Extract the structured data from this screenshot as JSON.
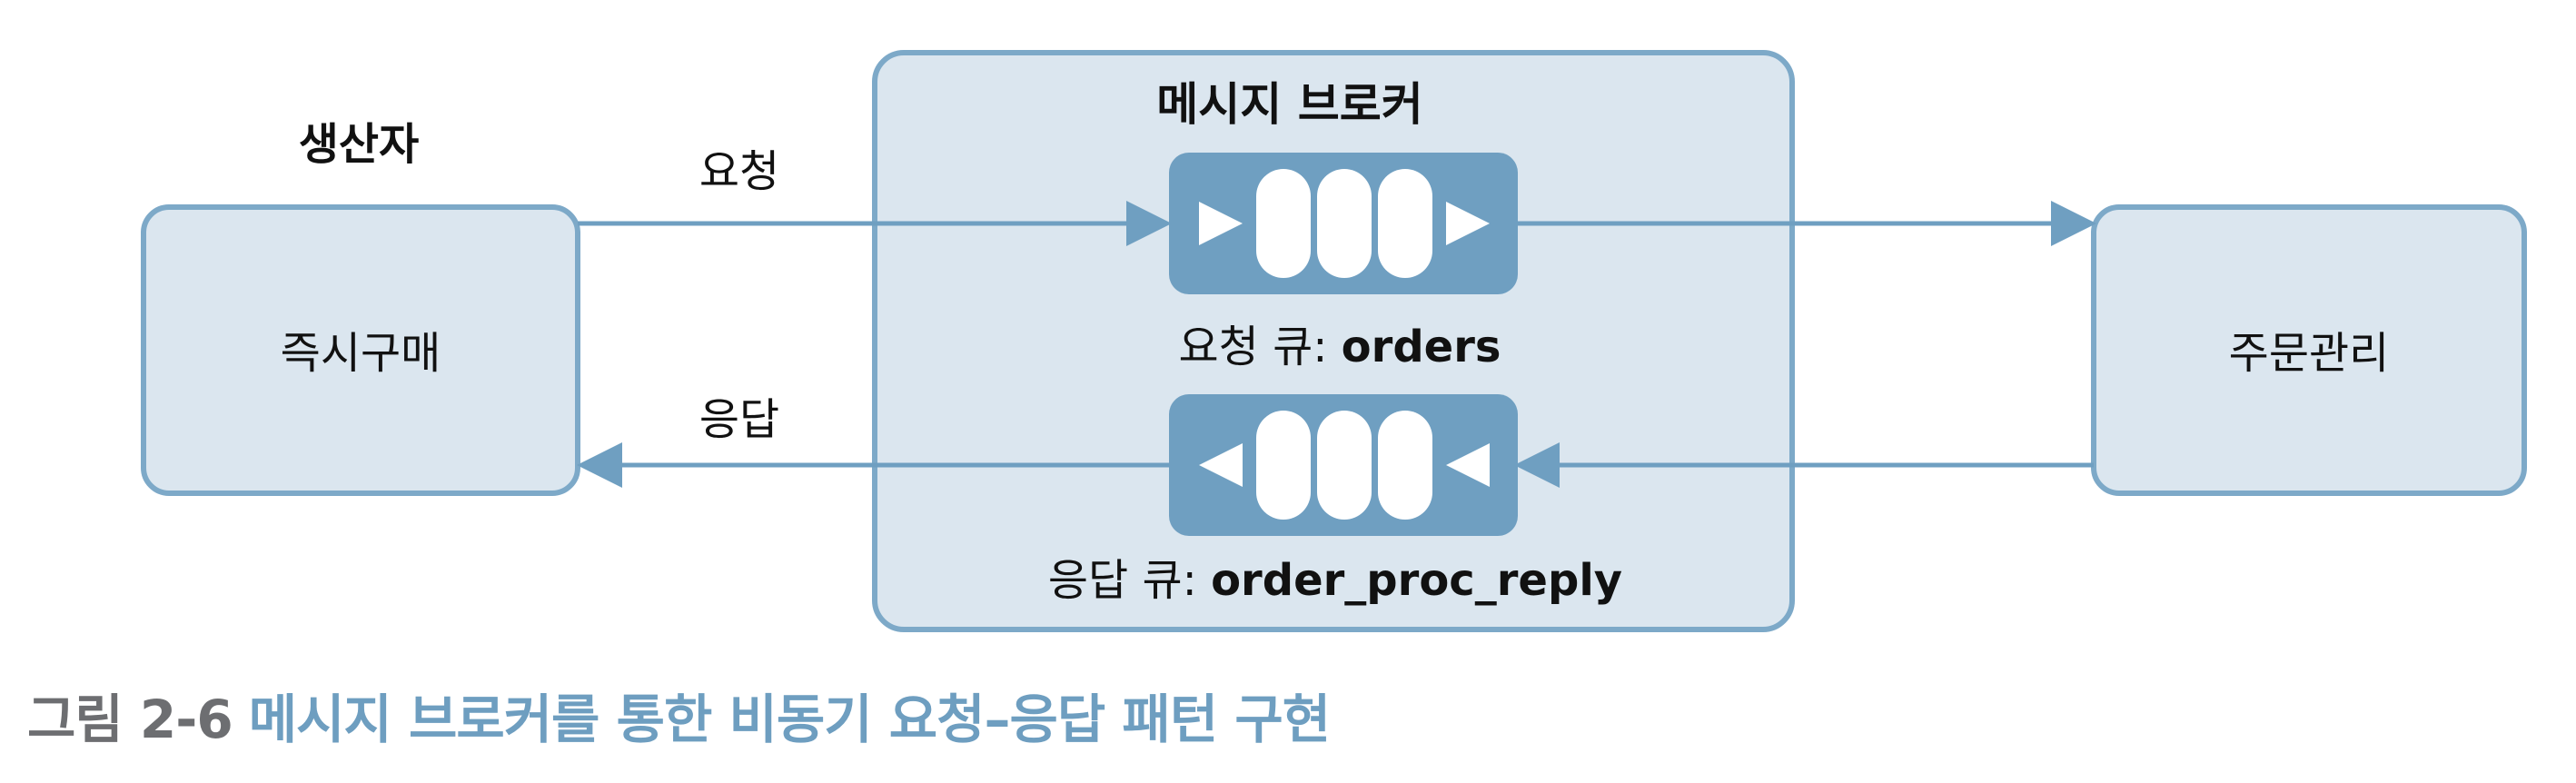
{
  "diagram": {
    "broker": {
      "title": "메시지 브로커"
    },
    "producer": {
      "role_label": "생산자",
      "name": "즉시구매"
    },
    "consumer": {
      "name": "주문관리"
    },
    "request_arrow_label": "요청",
    "response_arrow_label": "응답",
    "request_queue": {
      "prefix": "요청 큐: ",
      "name": "orders"
    },
    "reply_queue": {
      "prefix": "응답 큐: ",
      "name": "order_proc_reply"
    }
  },
  "caption": {
    "number": "그림 2-6",
    "title": "메시지 브로커를 통한 비동기 요청–응답 패턴 구현"
  },
  "colors": {
    "box_fill": "#dbe6ef",
    "box_stroke": "#7da9c8",
    "queue_fill": "#6f9fc1",
    "arrow": "#6f9fc1",
    "caption_number": "#6d6e71",
    "caption_title": "#6e9ec0"
  }
}
